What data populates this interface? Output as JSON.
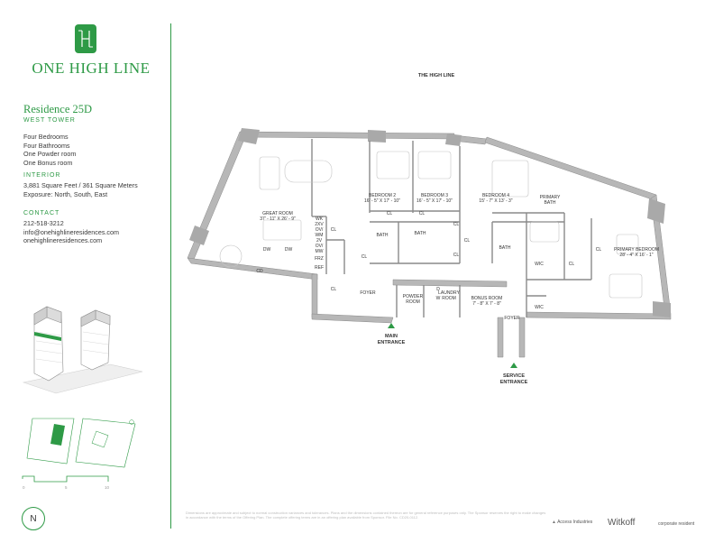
{
  "brand": "ONE HIGH LINE",
  "residence": {
    "title": "Residence 25D",
    "tower": "WEST TOWER",
    "rooms": [
      "Four Bedrooms",
      "Four Bathrooms",
      "One Powder room",
      "One Bonus room"
    ]
  },
  "interior": {
    "heading": "INTERIOR",
    "area": "3,881 Square Feet / 361 Square Meters",
    "exposure": "Exposure: North, South, East"
  },
  "contact": {
    "heading": "CONTACT",
    "phone": "212-518-3212",
    "email": "info@onehighlineresidences.com",
    "website": "onehighlineresidences.com"
  },
  "scale_labels": [
    "0",
    "5",
    "10"
  ],
  "north": "N",
  "plan": {
    "street_label": "THE HIGH LINE",
    "rooms": {
      "great_room": [
        "GREAT ROOM",
        "37' - 11\" X 26' - 9\""
      ],
      "bedroom2": [
        "BEDROOM 2",
        "16' - 5\" X 17' - 10\""
      ],
      "bedroom3": [
        "BEDROOM 3",
        "16' - 5\" X 17' - 10\""
      ],
      "bedroom4": [
        "BEDROOM 4",
        "15' - 7\" X 13' - 3\""
      ],
      "primary_bath": [
        "PRIMARY",
        "BATH"
      ],
      "primary_bedroom": [
        "PRIMARY BEDROOM",
        "28' - 4\" X 16' - 1\""
      ],
      "bonus_room": [
        "BONUS ROOM",
        "7' - 8\" X 7' - 8\""
      ],
      "powder_room": [
        "POWDER",
        "ROOM"
      ],
      "laundry_room": [
        "LAUNDRY",
        "ROOM"
      ]
    },
    "small_labels": {
      "cl": "CL",
      "bath": "BATH",
      "wic": "WIC",
      "foyer": "FOYER",
      "dw": "DW",
      "cd": "CD",
      "ref": "REF",
      "frz": "FRZ",
      "d": "D",
      "w": "W",
      "appliances": [
        "WK",
        "2XV",
        "OV/",
        "WM",
        "2V",
        "OV/",
        "MW"
      ]
    },
    "main_entrance": [
      "MAIN",
      "ENTRANCE"
    ],
    "service_entrance": [
      "SERVICE",
      "ENTRANCE"
    ]
  },
  "footer": {
    "disclaimer": "Dimensions are approximate and subject to normal construction variances and tolerances. Plans and the dimensions contained thereon are for general reference purposes only. The Sponsor reserves the right to make changes in accordance with the terms of the Offering Plan. The complete offering terms are in an offering plan available from Sponsor. File No. CD20-0112.",
    "partners": [
      "Access Industries",
      "Witkoff",
      "corporate resident"
    ]
  },
  "colors": {
    "accent": "#2e9a46",
    "wall": "#9a9a9a",
    "text": "#3a3a3a"
  }
}
